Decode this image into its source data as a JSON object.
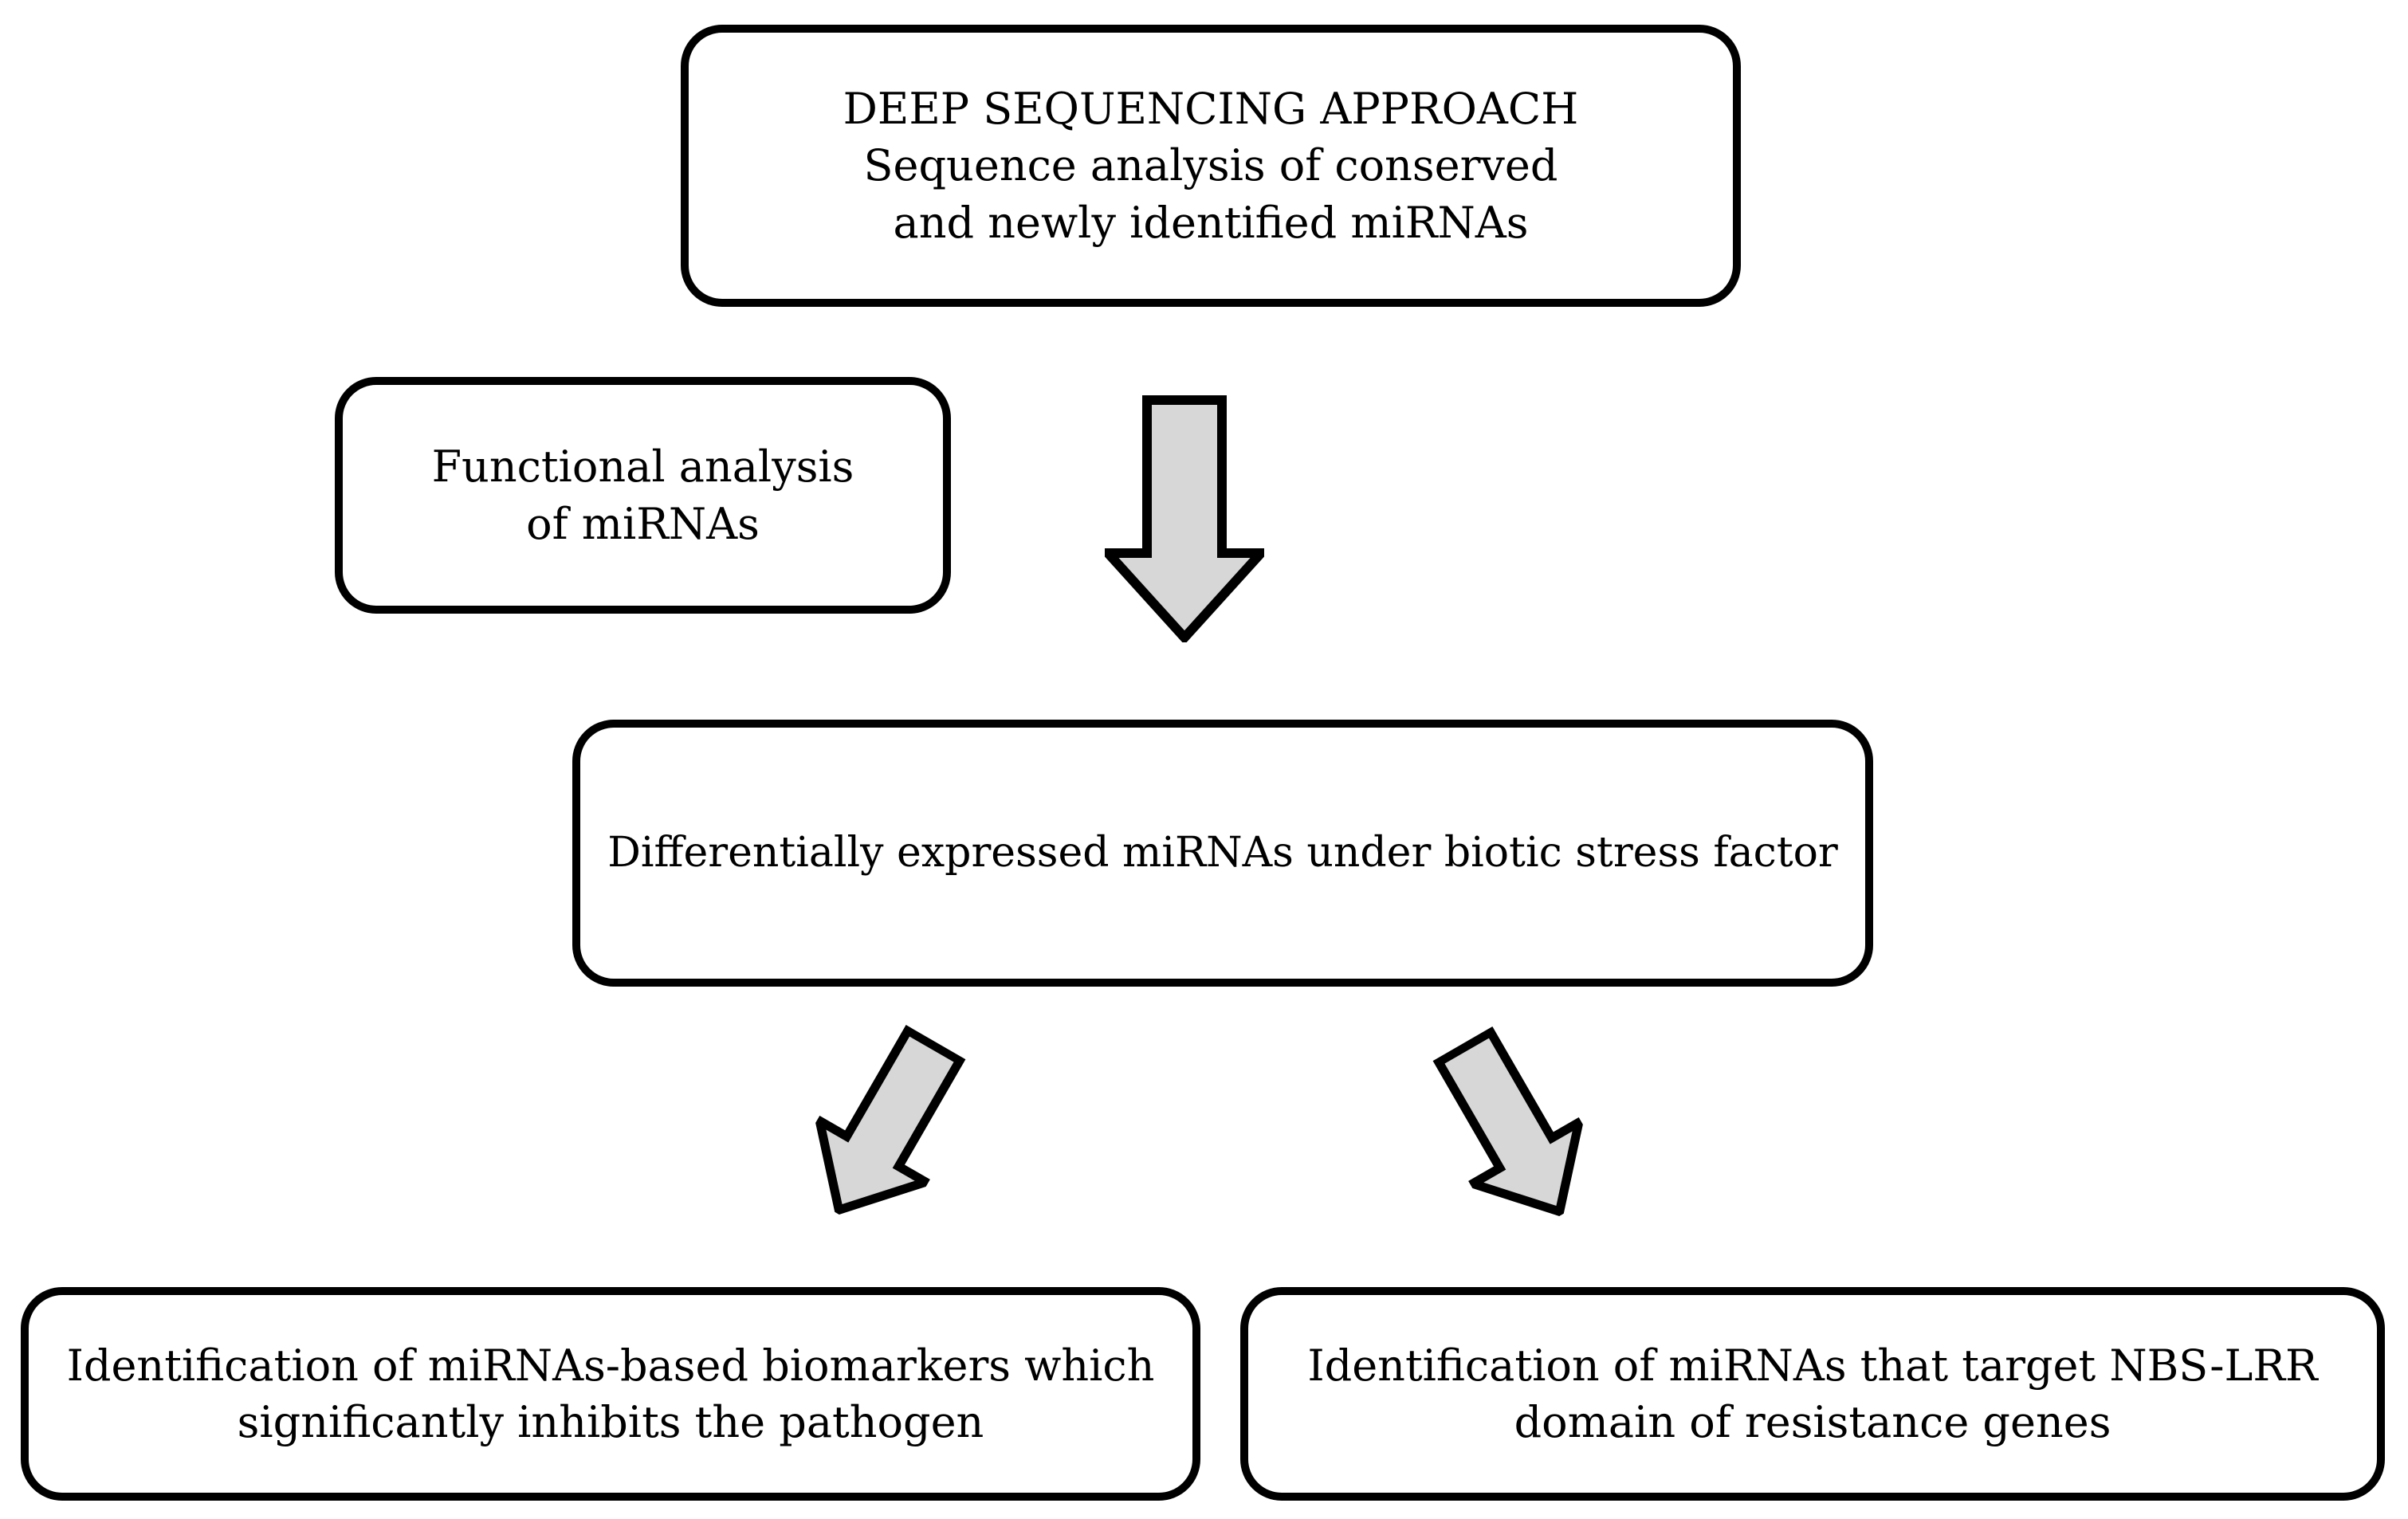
{
  "figure": {
    "background_color": "#ffffff",
    "box_fill_color": "#ffffff",
    "box_border_color": "#000000",
    "arrow_fill_color": "#d7d7d7",
    "arrow_outline_color": "#000000",
    "boxes": {
      "deep_sequencing": {
        "line1": "DEEP SEQUENCING APPROACH",
        "line2": "Sequence analysis of conserved",
        "line3": "and newly identified miRNAs"
      },
      "functional_analysis": {
        "line1": "Functional analysis",
        "line2": "of miRNAs"
      },
      "differential_expression": {
        "line1": "Differentially expressed miRNAs under biotic stress factor"
      },
      "biomarkers": {
        "line1": "Identification of miRNAs-based biomarkers which",
        "line2": "significantly inhibits the pathogen"
      },
      "nbs_lrr": {
        "line1": "Identification of miRNAs that target NBS-LRR",
        "line2": "domain of resistance genes"
      }
    }
  }
}
